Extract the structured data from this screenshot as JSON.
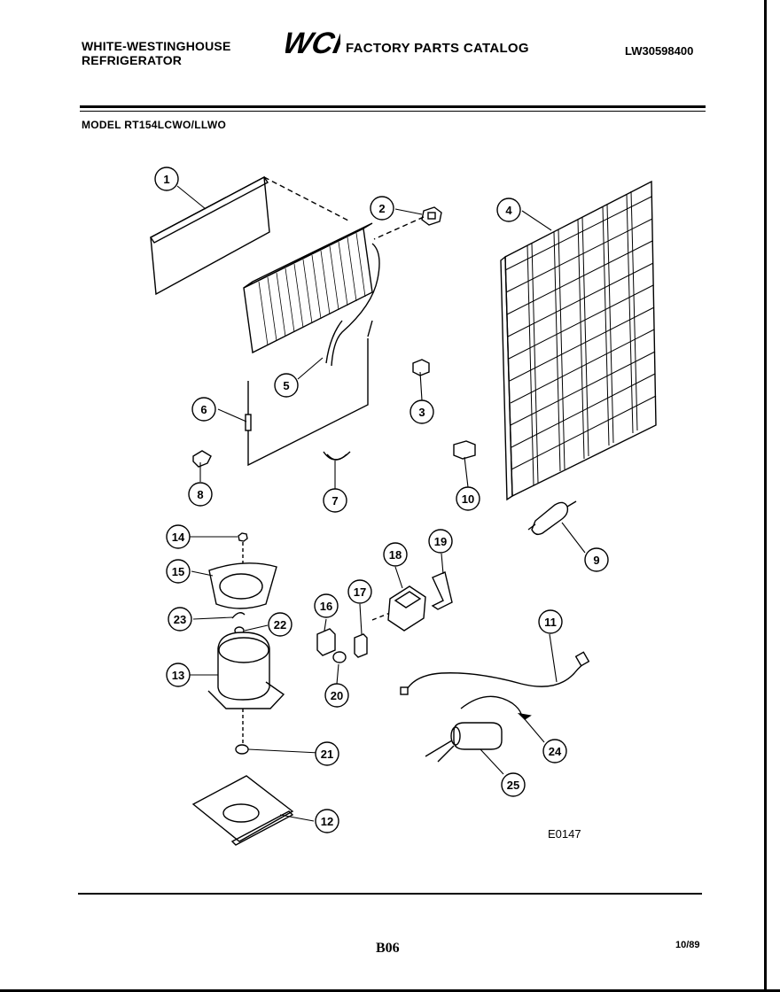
{
  "header": {
    "brand_line1": "WHITE-WESTINGHOUSE",
    "brand_line2": "REFRIGERATOR",
    "logo_text": "WCI",
    "catalog_title": "FACTORY PARTS CATALOG",
    "catalog_code": "LW30598400"
  },
  "model_line": "MODEL RT154LCWO/LLWO",
  "figure_code": "E0147",
  "footer": {
    "page_code": "B06",
    "date": "10/89"
  },
  "callouts": [
    "1",
    "2",
    "3",
    "4",
    "5",
    "6",
    "7",
    "8",
    "9",
    "10",
    "11",
    "12",
    "13",
    "14",
    "15",
    "16",
    "17",
    "18",
    "19",
    "20",
    "21",
    "22",
    "23",
    "24",
    "25"
  ]
}
